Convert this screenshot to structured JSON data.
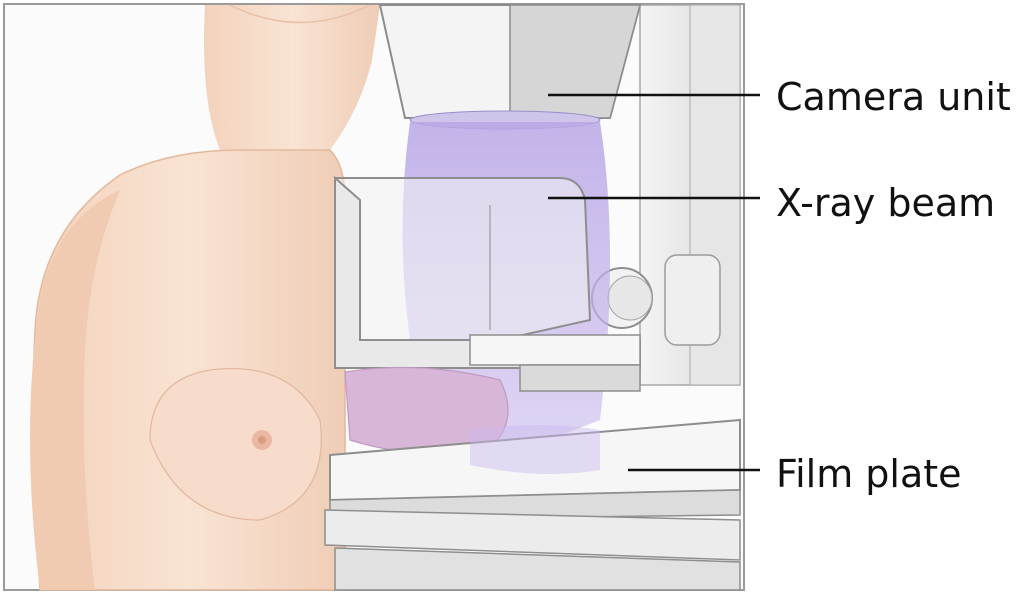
{
  "diagram": {
    "labels": {
      "camera_unit": "Camera unit",
      "xray_beam": "X-ray beam",
      "film_plate": "Film plate"
    },
    "colors": {
      "skin": "#f6dcc8",
      "skin_shadow": "#e7bfa4",
      "machine": "#eeeeee",
      "machine_shadow": "#cfcfcf",
      "beam": "#b9a6e6",
      "compressed_breast": "#d8b6d8",
      "leader_line": "#111111"
    }
  }
}
